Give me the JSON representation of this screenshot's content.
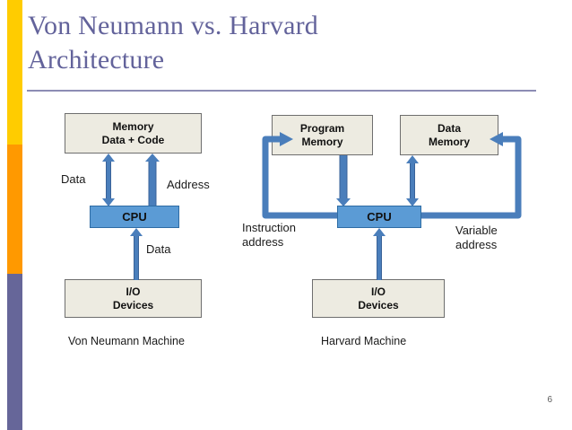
{
  "slide": {
    "title_line1": "Von Neumann vs. Harvard",
    "title_line2": "Architecture",
    "page_number": "6",
    "accent_colors": {
      "yellow": "#FFCC00",
      "orange": "#FF9900",
      "purple": "#666699"
    },
    "title_color": "#63639B",
    "rule_color": "#8C8CB4"
  },
  "theme": {
    "memory_box_fill": "#EDEBE1",
    "memory_box_border": "#6E6E6E",
    "cpu_fill": "#5B9BD5",
    "cpu_border": "#2E6CA4",
    "arrow_color": "#4A7EBB"
  },
  "diagrams": [
    {
      "id": "von-neumann",
      "caption": "Von Neumann Machine",
      "boxes": [
        {
          "name": "memory",
          "lines": [
            "Memory",
            "Data + Code"
          ]
        },
        {
          "name": "cpu",
          "lines": [
            "CPU"
          ]
        },
        {
          "name": "io",
          "lines": [
            "I/O",
            "Devices"
          ]
        }
      ],
      "labels": [
        {
          "name": "data-bus-label",
          "text": "Data"
        },
        {
          "name": "address-bus-label",
          "text": "Address"
        },
        {
          "name": "io-data-bus-label",
          "text": "Data"
        }
      ],
      "connections": [
        {
          "from": "memory",
          "to": "cpu",
          "kind": "bidirectional",
          "label": "Data"
        },
        {
          "from": "cpu",
          "to": "memory",
          "kind": "up",
          "label": "Address"
        },
        {
          "from": "io",
          "to": "cpu",
          "kind": "up",
          "label": "Data"
        }
      ]
    },
    {
      "id": "harvard",
      "caption": "Harvard Machine",
      "boxes": [
        {
          "name": "program-memory",
          "lines": [
            "Program",
            "Memory"
          ]
        },
        {
          "name": "data-memory",
          "lines": [
            "Data",
            "Memory"
          ]
        },
        {
          "name": "cpu",
          "lines": [
            "CPU"
          ]
        },
        {
          "name": "io",
          "lines": [
            "I/O",
            "Devices"
          ]
        }
      ],
      "labels": [
        {
          "name": "instruction-address-label",
          "lines": [
            "Instruction",
            "address"
          ]
        },
        {
          "name": "variable-address-label",
          "lines": [
            "Variable",
            "address"
          ]
        }
      ],
      "connections": [
        {
          "from": "program-memory",
          "to": "cpu",
          "kind": "down",
          "label": ""
        },
        {
          "from": "data-memory",
          "to": "cpu",
          "kind": "bidirectional",
          "label": ""
        },
        {
          "from": "cpu",
          "to": "program-memory",
          "kind": "bus-left",
          "label": "Instruction address"
        },
        {
          "from": "cpu",
          "to": "data-memory",
          "kind": "bus-right",
          "label": "Variable address"
        },
        {
          "from": "io",
          "to": "cpu",
          "kind": "up",
          "label": ""
        }
      ]
    }
  ]
}
